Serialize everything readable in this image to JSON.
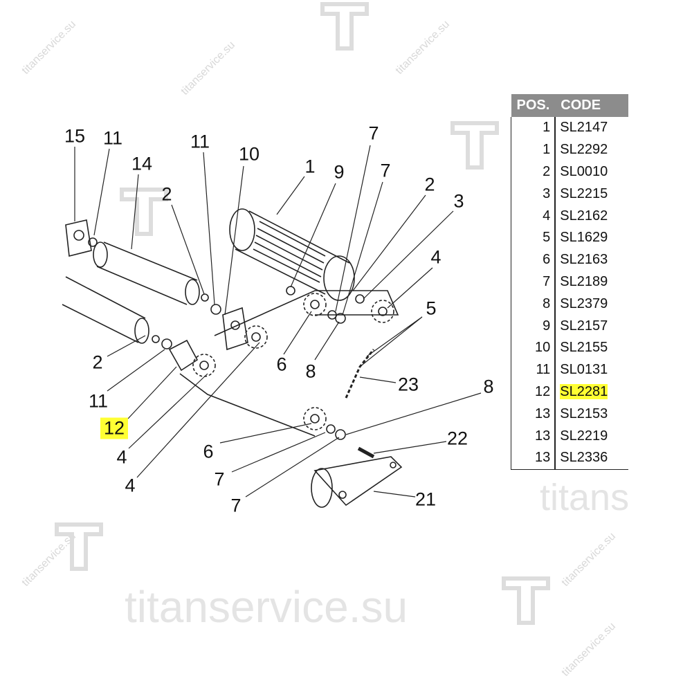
{
  "watermark": {
    "text": "titanservice.su",
    "logo": "TT"
  },
  "callouts": [
    "15",
    "11",
    "14",
    "2",
    "11",
    "10",
    "1",
    "9",
    "7",
    "7",
    "2",
    "3",
    "4",
    "5",
    "6",
    "8",
    "23",
    "8",
    "2",
    "11",
    "12",
    "4",
    "4",
    "6",
    "7",
    "7",
    "22",
    "21"
  ],
  "highlight_color": "#ffff33",
  "parts_table": {
    "headers": [
      "POS.",
      "CODE"
    ],
    "rows": [
      {
        "pos": "1",
        "code": "SL2147"
      },
      {
        "pos": "1",
        "code": "SL2292"
      },
      {
        "pos": "2",
        "code": "SL0010"
      },
      {
        "pos": "3",
        "code": "SL2215"
      },
      {
        "pos": "4",
        "code": "SL2162"
      },
      {
        "pos": "5",
        "code": "SL1629"
      },
      {
        "pos": "6",
        "code": "SL2163"
      },
      {
        "pos": "7",
        "code": "SL2189"
      },
      {
        "pos": "8",
        "code": "SL2379"
      },
      {
        "pos": "9",
        "code": "SL2157"
      },
      {
        "pos": "10",
        "code": "SL2155"
      },
      {
        "pos": "11",
        "code": "SL0131"
      },
      {
        "pos": "12",
        "code": "SL2281",
        "highlighted": true
      },
      {
        "pos": "13",
        "code": "SL2153"
      },
      {
        "pos": "13",
        "code": "SL2219"
      },
      {
        "pos": "13",
        "code": "SL2336"
      }
    ]
  }
}
